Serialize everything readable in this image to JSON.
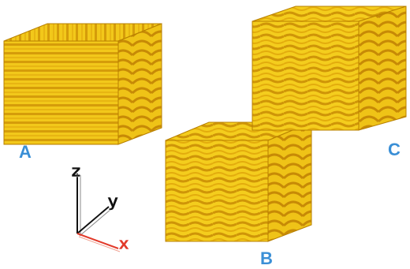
{
  "blocks": [
    {
      "label": "A"
    },
    {
      "label": "B"
    },
    {
      "label": "C"
    }
  ],
  "axes": {
    "z": "z",
    "y": "y",
    "x": "x"
  },
  "colors": {
    "wood_light": "#f6d21c",
    "wood_mid": "#e9b90f",
    "wood_dark": "#c98d08",
    "grain": "#b88000",
    "label": "#3a8fd6",
    "axis_black": "#111111",
    "axis_red": "#e23a2a"
  }
}
